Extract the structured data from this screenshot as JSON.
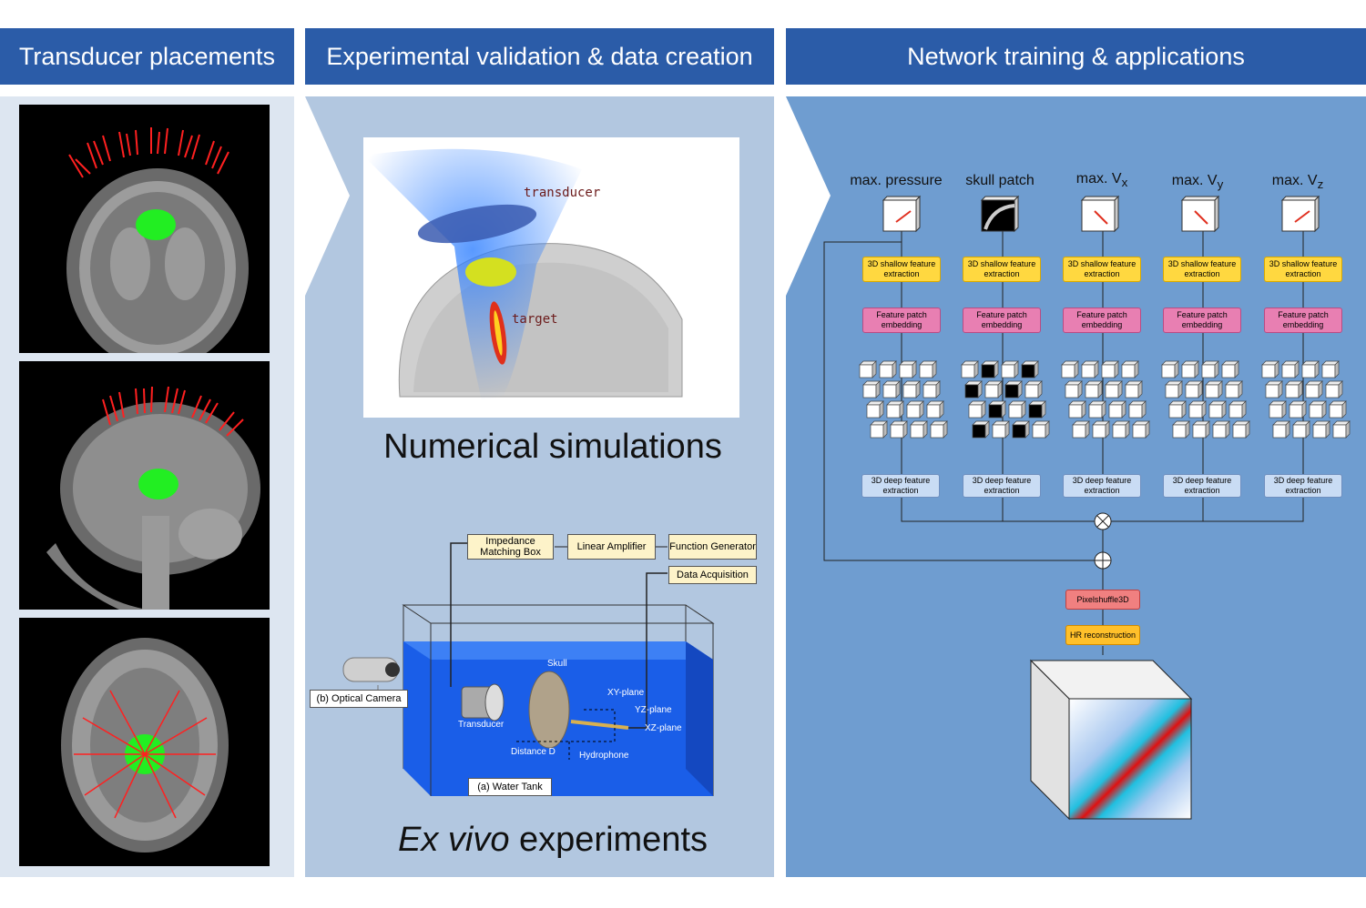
{
  "headers": {
    "left": "Transducer placements",
    "middle": "Experimental validation & data creation",
    "right": "Network training & applications"
  },
  "simulation": {
    "transducer_label": "transducer",
    "target_label": "target",
    "caption": "Numerical simulations"
  },
  "experiment": {
    "impedance": "Impedance Matching Box",
    "amplifier": "Linear Amplifier",
    "function_gen": "Function Generator",
    "data_acq": "Data Acquisition",
    "camera": "(b) Optical Camera",
    "skull": "Skull",
    "transducer": "Transducer",
    "distance": "Distance D",
    "hydrophone": "Hydrophone",
    "xy": "XY-plane",
    "yz": "YZ-plane",
    "xz": "XZ-plane",
    "tank": "(a) Water Tank",
    "caption_italic": "Ex vivo",
    "caption_rest": " experiments"
  },
  "network": {
    "columns": [
      {
        "title": "max. pressure",
        "sub": ""
      },
      {
        "title": "skull patch",
        "sub": ""
      },
      {
        "title": "max. V",
        "sub": "x"
      },
      {
        "title": "max. V",
        "sub": "y"
      },
      {
        "title": "max. V",
        "sub": "z"
      }
    ],
    "shallow": "3D shallow feature extraction",
    "embed": "Feature patch embedding",
    "deep": "3D deep feature extraction",
    "pixelshuffle": "Pixelshuffle3D",
    "hr": "HR reconstruction"
  },
  "colors": {
    "header": "#2b5ca8",
    "panel_left": "#dde6f1",
    "panel_middle": "#b2c7e0",
    "panel_right": "#6f9dd0"
  }
}
